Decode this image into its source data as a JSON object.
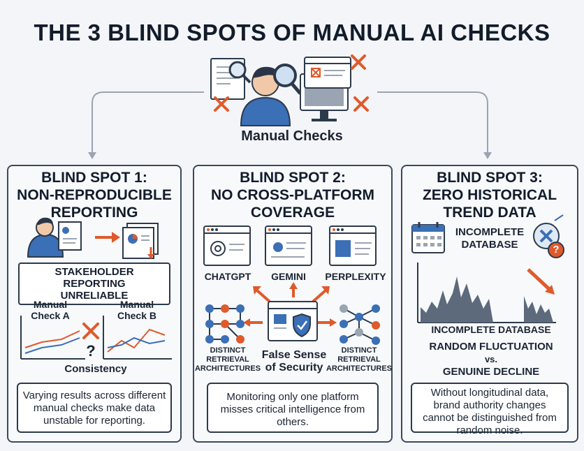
{
  "title": "THE 3 BLIND SPOTS OF MANUAL AI CHECKS",
  "hero": {
    "label": "Manual Checks"
  },
  "colors": {
    "accent_blue": "#3b6fb6",
    "accent_orange": "#e05a2b",
    "gray_line": "#9aa4b2",
    "dark": "#2c3a4c"
  },
  "panels": [
    {
      "title_line1": "BLIND SPOT 1:",
      "title_line2": "NON-REPRODUCIBLE",
      "title_line3": "REPORTING",
      "banner_line1": "STAKEHOLDER REPORTING",
      "banner_line2": "UNRELIABLE",
      "check_a_line1": "Manual",
      "check_a_line2": "Check A",
      "check_b_line1": "Manual",
      "check_b_line2": "Check B",
      "question": "?",
      "consistency": "Consistency",
      "note": "Varying results across different manual checks make data unstable for reporting."
    },
    {
      "title_line1": "BLIND SPOT 2:",
      "title_line2": "NO CROSS-PLATFORM",
      "title_line3": "COVERAGE",
      "platforms": [
        "CHATGPT",
        "GEMINI",
        "PERPLEXITY"
      ],
      "left_arch_line1": "DISTINCT",
      "left_arch_line2": "RETRIEVAL",
      "left_arch_line3": "ARCHITECTURES",
      "right_arch_line1": "DISTINCT",
      "right_arch_line2": "RETRIEVAL",
      "right_arch_line3": "ARCHITECTURES",
      "center_line1": "False Sense",
      "center_line2": "of Security",
      "note": "Monitoring only one platform misses critical intelligence from others."
    },
    {
      "title_line1": "BLIND SPOT 3:",
      "title_line2": "ZERO HISTORICAL",
      "title_line3": "TREND DATA",
      "db_line1": "INCOMPLETE",
      "db_line2": "DATABASE",
      "question": "?",
      "chart_caption": "INCOMPLETE DATABASE",
      "fluct_line1": "RANDOM FLUCTUATION",
      "fluct_line2": "vs.",
      "fluct_line3": "GENUINE DECLINE",
      "note": "Without longitudinal data, brand authority changes cannot be distinguished from random noise."
    }
  ]
}
